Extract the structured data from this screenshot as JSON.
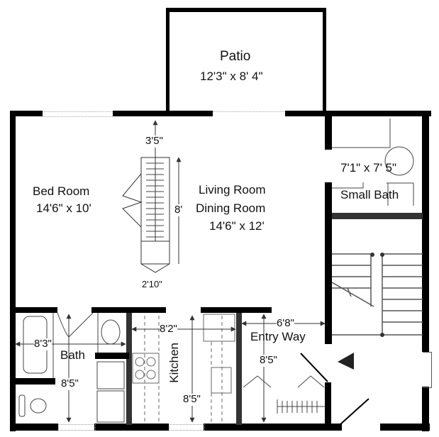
{
  "rooms": {
    "patio": {
      "name": "Patio",
      "size": "12'3\" x 8' 4\""
    },
    "bedroom": {
      "name": "Bed Room",
      "size": "14'6\" x 10'"
    },
    "living": {
      "name_line1": "Living Room",
      "name_line2": "Dining Room",
      "size": "14'6\" x 12'"
    },
    "small_bath": {
      "name": "Small Bath",
      "size": "7'1\" x 7' 5\""
    },
    "bath": {
      "name": "Bath",
      "width": "8'3\"",
      "length": "8'5\""
    },
    "kitchen": {
      "name": "Kitchen",
      "width": "8'2\"",
      "length": "8'5\""
    },
    "entry": {
      "name": "Entry Way",
      "width": "6'8\"",
      "length": "8'5\""
    }
  },
  "closet_dims": {
    "top_gap": "3'5\"",
    "length": "8'",
    "width": "2'10\""
  },
  "colors": {
    "wall": "#000000",
    "arrow": "#333333",
    "background": "#ffffff"
  }
}
